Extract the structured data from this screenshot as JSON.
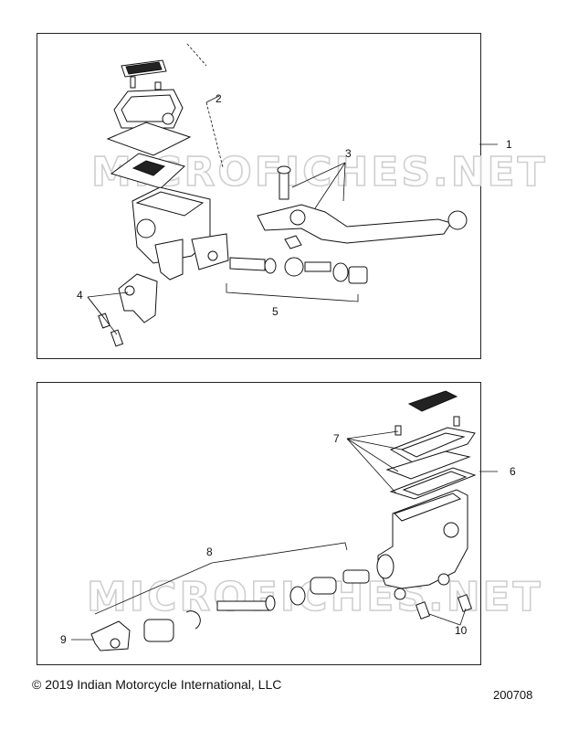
{
  "watermark": "MICROFICHES.NET",
  "top_diagram": {
    "callouts": {
      "c1": "1",
      "c2": "2",
      "c3": "3",
      "c4": "4",
      "c5": "5"
    }
  },
  "bottom_diagram": {
    "callouts": {
      "c6": "6",
      "c7": "7",
      "c8": "8",
      "c9": "9",
      "c10": "10"
    }
  },
  "footer": {
    "copyright": "© 2019 Indian Motorcycle International, LLC",
    "drawing_number": "200708"
  }
}
